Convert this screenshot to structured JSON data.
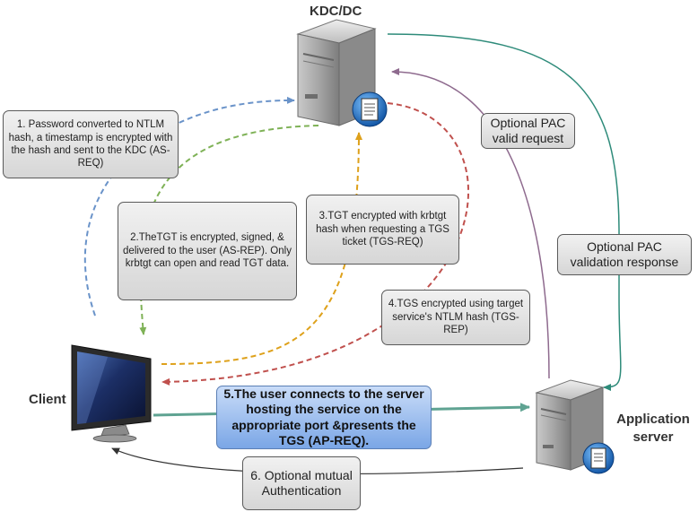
{
  "nodes": {
    "kdc": "KDC/DC",
    "client": "Client",
    "app_server": "Application server"
  },
  "steps": [
    {
      "text": "1. Password converted to NTLM hash, a timestamp is encrypted with the hash and sent to the KDC (AS-REQ)"
    },
    {
      "text": "2.TheTGT is encrypted, signed, & delivered to the user (AS-REP). Only krbtgt can open and read TGT data."
    },
    {
      "text": "3.TGT encrypted with krbtgt hash when requesting a TGS ticket (TGS-REQ)"
    },
    {
      "text": "4.TGS encrypted using target service's NTLM hash (TGS-REP)"
    },
    {
      "text": "5.The user connects to the server hosting the service on the appropriate port &presents the TGS (AP-REQ)."
    },
    {
      "text": "6. Optional mutual Authentication"
    }
  ],
  "pac": {
    "request": "Optional PAC valid request",
    "response": "Optional PAC validation response"
  },
  "colors": {
    "step1": "#6a93c9",
    "step2": "#7fb257",
    "step3": "#dea11b",
    "step4": "#c0504d",
    "pac_request": "#8e6a8e",
    "pac_response": "#2e8b7a",
    "ap_req": "#5fa392",
    "mutual": "#333333"
  }
}
